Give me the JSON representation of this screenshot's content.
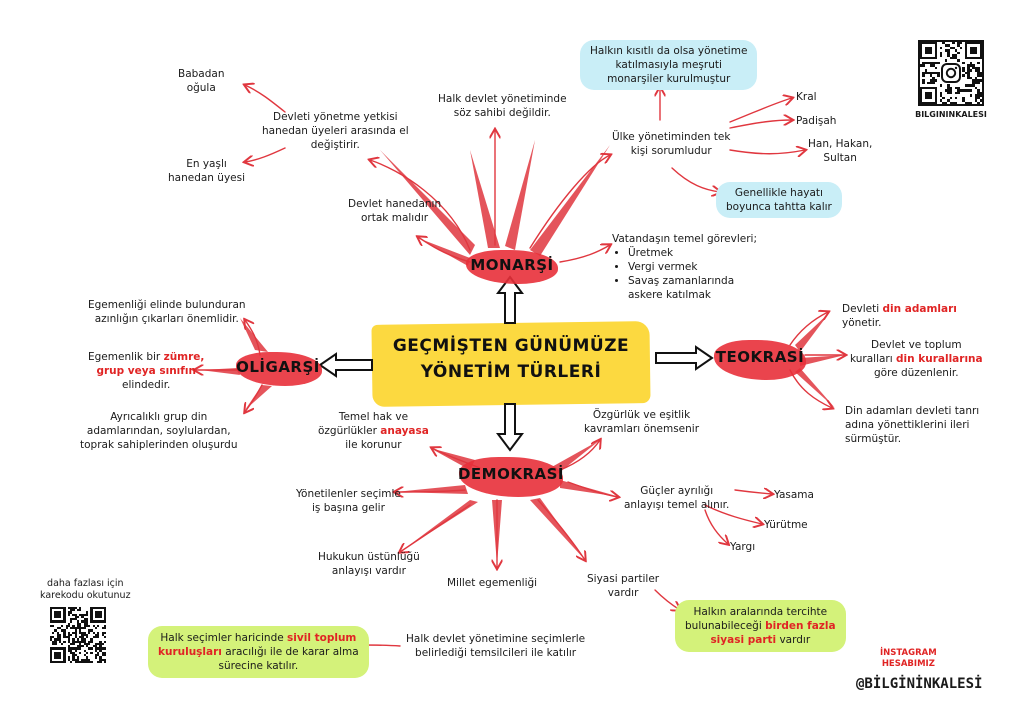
{
  "center": {
    "line1": "GEÇMİŞTEN GÜNÜMÜZE",
    "line2": "YÖNETİM TÜRLERİ"
  },
  "nodes": {
    "monarsi": "MONARŞİ",
    "oligarsi": "OLİGARŞİ",
    "teokrasi": "TEOKRASİ",
    "demokrasi": "DEMOKRASİ"
  },
  "monarsi": {
    "babadan": [
      "Babadan",
      "oğula"
    ],
    "yetki": [
      "Devleti yönetme yetkisi",
      "hanedan üyeleri arasında el",
      "değiştirir."
    ],
    "yasli": [
      "En yaşlı",
      "hanedan üyesi"
    ],
    "halk_sahibi": [
      "Halk devlet yönetiminde",
      "söz sahibi değildir."
    ],
    "ortak_mal": [
      "Devlet hanedanın",
      "ortak malıdır"
    ],
    "mesruti": [
      "Halkın kısıtlı da olsa yönetime",
      "katılmasıyla meşruti",
      "monarşiler kurulmuştur"
    ],
    "tek_kisi": [
      "Ülke yönetiminden tek",
      "kişi sorumludur"
    ],
    "kral": "Kral",
    "padisah": "Padişah",
    "han": [
      "Han, Hakan,",
      "Sultan"
    ],
    "hayat_boyu": [
      "Genellikle hayatı",
      "boyunca tahtta kalır"
    ],
    "gorevler_title": "Vatandaşın temel görevleri;",
    "gorevler": [
      "Üretmek",
      "Vergi vermek",
      "Savaş zamanlarında askere katılmak"
    ]
  },
  "oligarsi": {
    "azinlik": [
      "Egemenliği elinde bulunduran",
      "azınlığın çıkarları önemlidir."
    ],
    "egemenlik_pre": "Egemenlik bir ",
    "egemenlik_red1": "zümre,",
    "egemenlik_red2": "grup veya sınıfın",
    "egemenlik_post": "elindedir.",
    "ayricalikli": [
      "Ayrıcalıklı grup din",
      "adamlarından, soylulardan,",
      "toprak sahiplerinden oluşurdu"
    ]
  },
  "teokrasi": {
    "din_pre": "Devleti ",
    "din_red": "din adamları",
    "din_post": "yönetir.",
    "kurallar_line1": "Devlet ve toplum",
    "kurallar_pre": "kuralları ",
    "kurallar_red": "din kurallarına",
    "kurallar_post": "göre düzenlenir.",
    "tanri": [
      "Din adamları devleti tanrı",
      "adına yönettiklerini ileri",
      "sürmüştür."
    ]
  },
  "demokrasi": {
    "temel_line1": "Temel hak ve",
    "temel_pre": "özgürlükler ",
    "temel_red": "anayasa",
    "temel_post": "ile korunur",
    "ozgurluk": [
      "Özgürlük ve eşitlik",
      "kavramları önemsenir"
    ],
    "secimle": [
      "Yönetilenler seçimle",
      "iş başına gelir"
    ],
    "guc": [
      "Güçler ayrılığı",
      "anlayışı temel alınır."
    ],
    "yasama": "Yasama",
    "yurutme": "Yürütme",
    "yargi": "Yargı",
    "hukuk": [
      "Hukukun üstünlüğü",
      "anlayışı vardır"
    ],
    "millet": "Millet egemenliği",
    "partiler": [
      "Siyasi partiler",
      "vardır"
    ],
    "temsilci": [
      "Halk devlet yönetimine seçimlerle",
      "belirlediği temsilcileri ile katılır"
    ],
    "stk_pre": "Halk seçimler haricinde ",
    "stk_red1": "sivil toplum",
    "stk_red2": "kuruluşları",
    "stk_post1": " aracılığı ile de karar alma",
    "stk_post2": "sürecine katılır.",
    "birden_line1": "Halkın aralarında tercihte",
    "birden_pre": "bulunabileceği ",
    "birden_red1": "birden fazla",
    "birden_red2": "siyasi parti",
    "birden_post": " vardır"
  },
  "footer": {
    "qr_note": [
      "daha fazlası için",
      "karekodu okutunuz"
    ],
    "brand_small": "BILGININKALESI",
    "instagram": [
      "İNSTAGRAM",
      "HESABIMIZ"
    ],
    "handle": "@BİLGİNİNKALESİ"
  },
  "colors": {
    "arrow": "#e0373f",
    "center": "#fcd940",
    "blue": "#c9eef7",
    "green": "#d4f27a",
    "red_text": "#e02424"
  },
  "icons": [
    "instagram-icon",
    "qr-code-icon",
    "block-arrow-icon"
  ]
}
